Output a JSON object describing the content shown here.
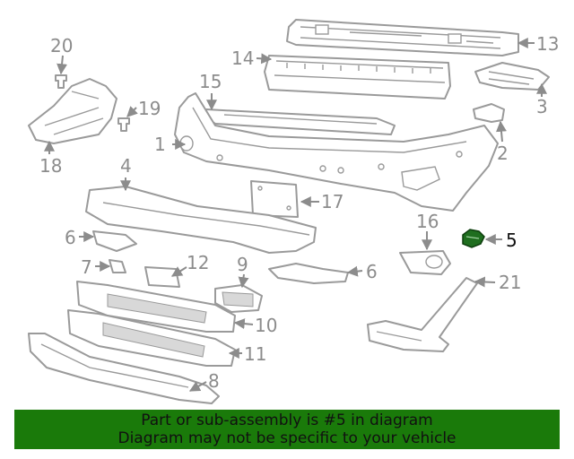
{
  "diagram": {
    "callouts": {
      "c1": "1",
      "c2": "2",
      "c3": "3",
      "c4": "4",
      "c5": "5",
      "c6a": "6",
      "c6b": "6",
      "c7": "7",
      "c8": "8",
      "c9": "9",
      "c10": "10",
      "c11": "11",
      "c12": "12",
      "c13": "13",
      "c14": "14",
      "c15": "15",
      "c16": "16",
      "c17": "17",
      "c18": "18",
      "c19": "19",
      "c20": "20",
      "c21": "21"
    },
    "highlight_part": "5",
    "colors": {
      "line": "#9a9a9a",
      "highlight": "#1f6e1f",
      "banner": "#1a7a0a"
    }
  },
  "banner": {
    "line1": "Part or sub-assembly is #5 in diagram",
    "line2": "Diagram may not be specific to your vehicle"
  }
}
